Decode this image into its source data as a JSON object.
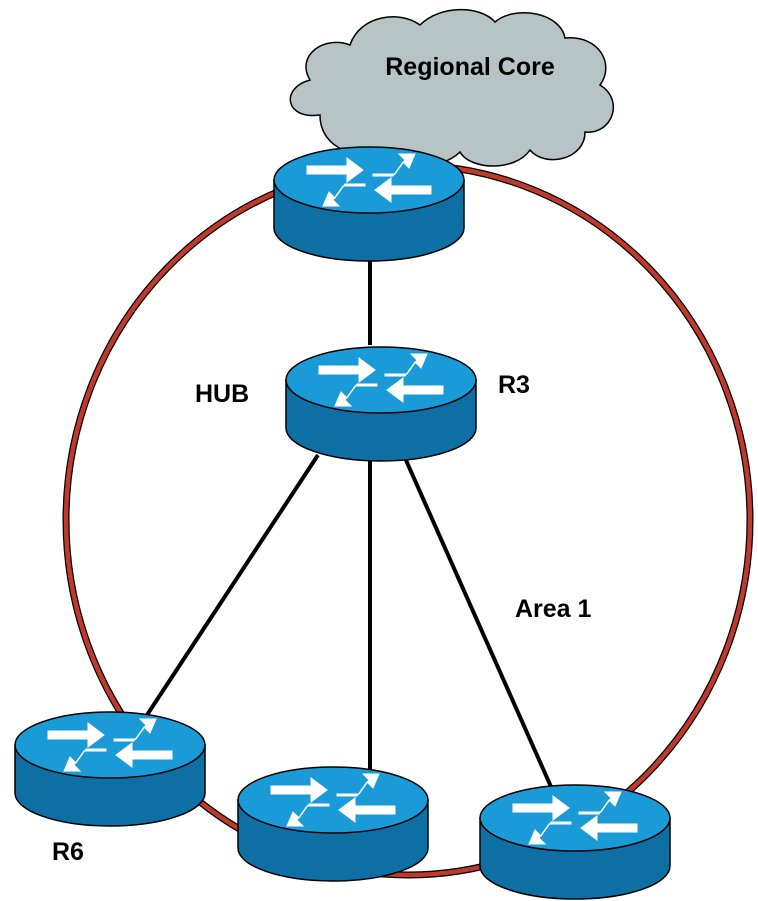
{
  "labels": {
    "cloud": "Regional Core",
    "hub": "HUB",
    "r3": "R3",
    "area": "Area 1",
    "r6": "R6"
  },
  "colors": {
    "area_ring": "#c0392b",
    "router_top": "#1a9bd7",
    "router_side": "#0d6fa3",
    "cloud_fill": "#b7c4c6",
    "link": "#000000"
  },
  "icons": {
    "router": "router-icon",
    "cloud": "cloud-icon"
  }
}
